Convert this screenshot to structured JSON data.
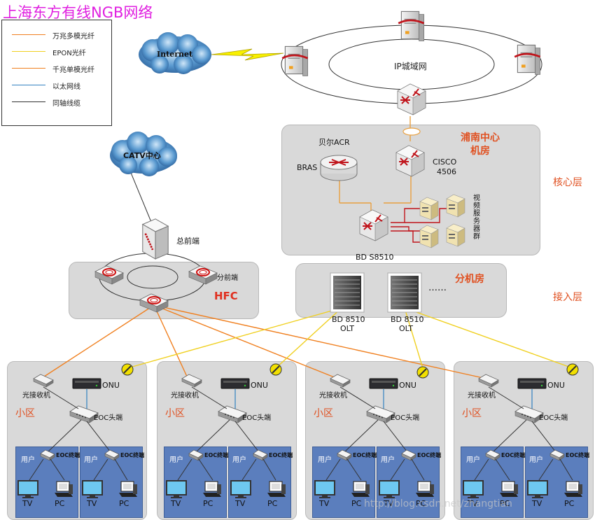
{
  "title": "上海东方有线NGB网络",
  "legend": [
    {
      "label": "万兆多模光纤",
      "color": "#f08020"
    },
    {
      "label": "EPON光纤",
      "color": "#f0d020"
    },
    {
      "label": "千兆单模光纤",
      "color": "#f08020"
    },
    {
      "label": "以太网线",
      "color": "#3080c0"
    },
    {
      "label": "同轴线缆",
      "color": "#333333"
    }
  ],
  "clouds": {
    "internet": "Internet",
    "catv": "CATV中心"
  },
  "ip_network": "IP城域网",
  "core": {
    "room_line1": "浦南中心",
    "room_line2": "机房",
    "acr": "贝尔ACR",
    "bras": "BRAS",
    "cisco_line1": "CISCO",
    "cisco_line2": "4506",
    "s8510": "BD S8510",
    "video_servers": "视频服务器群",
    "layer": "核心层"
  },
  "hfc": {
    "head_end": "总前端",
    "sub_head": "分前端",
    "label": "HFC"
  },
  "access": {
    "room": "分机房",
    "olt1_line1": "BD 8510",
    "olt1_line2": "OLT",
    "olt2_line1": "BD 8510",
    "olt2_line2": "OLT",
    "ellipsis": "……",
    "layer": "接入层"
  },
  "zones": [
    {
      "label": "小区",
      "receiver": "光接收机",
      "onu": "ONU",
      "eoc_head": "EOC头端",
      "user1": "用户",
      "user2": "用户",
      "eoc_term1": "EOC终端",
      "eoc_term2": "EOC终端",
      "tv1": "TV",
      "pc1": "PC",
      "tv2": "TV",
      "pc2": "PC"
    },
    {
      "label": "小区",
      "receiver": "光接收机",
      "onu": "ONU",
      "eoc_head": "EOC头端",
      "user1": "用户",
      "user2": "用户",
      "eoc_term1": "EOC终端",
      "eoc_term2": "EOC终端",
      "tv1": "TV",
      "pc1": "PC",
      "tv2": "TV",
      "pc2": "PC"
    },
    {
      "label": "小区",
      "receiver": "光接收机",
      "onu": "ONU",
      "eoc_head": "EOC头端",
      "user1": "用户",
      "user2": "用户",
      "eoc_term1": "EOC终端",
      "eoc_term2": "EOC终端",
      "tv1": "TV",
      "pc1": "PC",
      "tv2": "TV",
      "pc2": "PC"
    },
    {
      "label": "小区",
      "receiver": "光接收机",
      "onu": "ONU",
      "eoc_head": "EOC头端",
      "user1": "用户",
      "user2": "用户",
      "eoc_term1": "EOC终端",
      "eoc_term2": "EOC终端",
      "tv1": "TV",
      "pc1": "PC",
      "tv2": "TV",
      "pc2": "PC"
    }
  ],
  "watermark": "http://blog.csdn.net/zhangtian"
}
